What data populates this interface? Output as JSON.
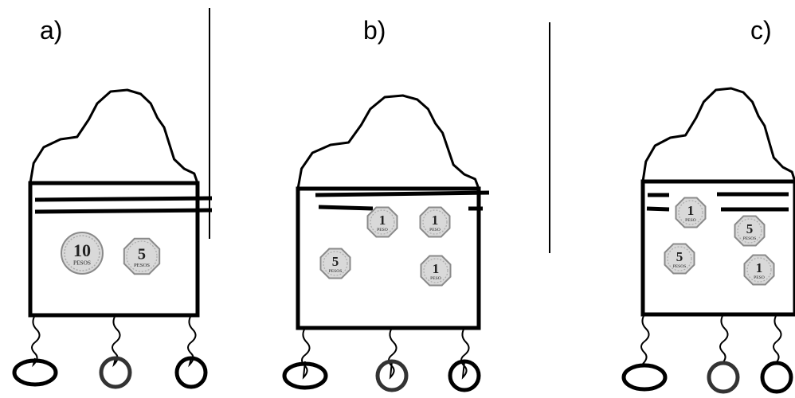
{
  "panels": [
    {
      "label": "a)",
      "coins": [
        {
          "shape": "round",
          "value": "10",
          "unit": "PESOS"
        },
        {
          "shape": "octagon",
          "value": "5",
          "unit": "PESOS"
        }
      ]
    },
    {
      "label": "b)",
      "coins": [
        {
          "shape": "octagon",
          "value": "1",
          "unit": "PESO"
        },
        {
          "shape": "octagon",
          "value": "1",
          "unit": "PESO"
        },
        {
          "shape": "octagon",
          "value": "5",
          "unit": "PESOS"
        },
        {
          "shape": "octagon",
          "value": "1",
          "unit": "PESO"
        }
      ]
    },
    {
      "label": "c)",
      "coins": [
        {
          "shape": "octagon",
          "value": "1",
          "unit": "PESO"
        },
        {
          "shape": "octagon",
          "value": "5",
          "unit": "PESOS"
        },
        {
          "shape": "octagon",
          "value": "5",
          "unit": "PESOS"
        },
        {
          "shape": "octagon",
          "value": "1",
          "unit": "PESO"
        }
      ]
    }
  ],
  "colors": {
    "ink": "#000000",
    "coin_fill": "#d9d9d9",
    "coin_edge": "#8a8a8a"
  }
}
